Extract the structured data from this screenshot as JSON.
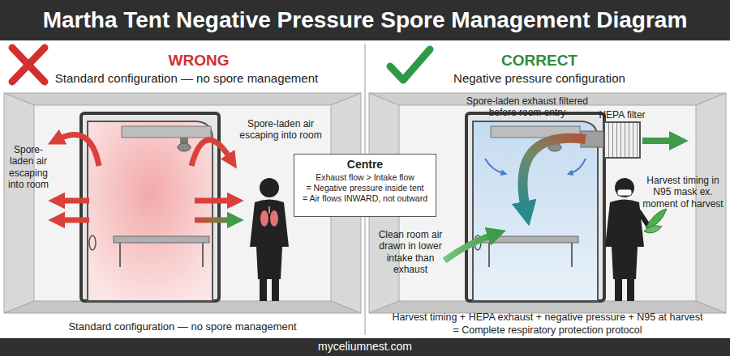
{
  "diagram": {
    "title": "Martha Tent Negative Pressure Spore Management Diagram",
    "nodes": [
      {
        "text": [
          "Centre",
          "Exhaust flow > Intake flow",
          "= Negative pressure inside tent",
          "= Air flows INWARD, not outward"
        ]
      },
      {
        "text": [
          "HEPA filter"
        ]
      }
    ],
    "labels": [
      "WRONG",
      "Standard configuration — no spore management",
      "Spore-laden air escaping into room",
      "Spore-laden air escaping into room",
      "Standard configuration — no spore management",
      "CORRECT",
      "Negative pressure configuration",
      "Spore-laden exhaust filtered before room entry",
      "Harvest timing in N95 mask ex. moment of harvest",
      "Clean room air drawn in lower intake than exhaust",
      "Harvest timing + HEPA exhaust + negative pressure + N95 at harvest",
      "= Complete respiratory protection protocol",
      "myceliumnest.com"
    ]
  }
}
